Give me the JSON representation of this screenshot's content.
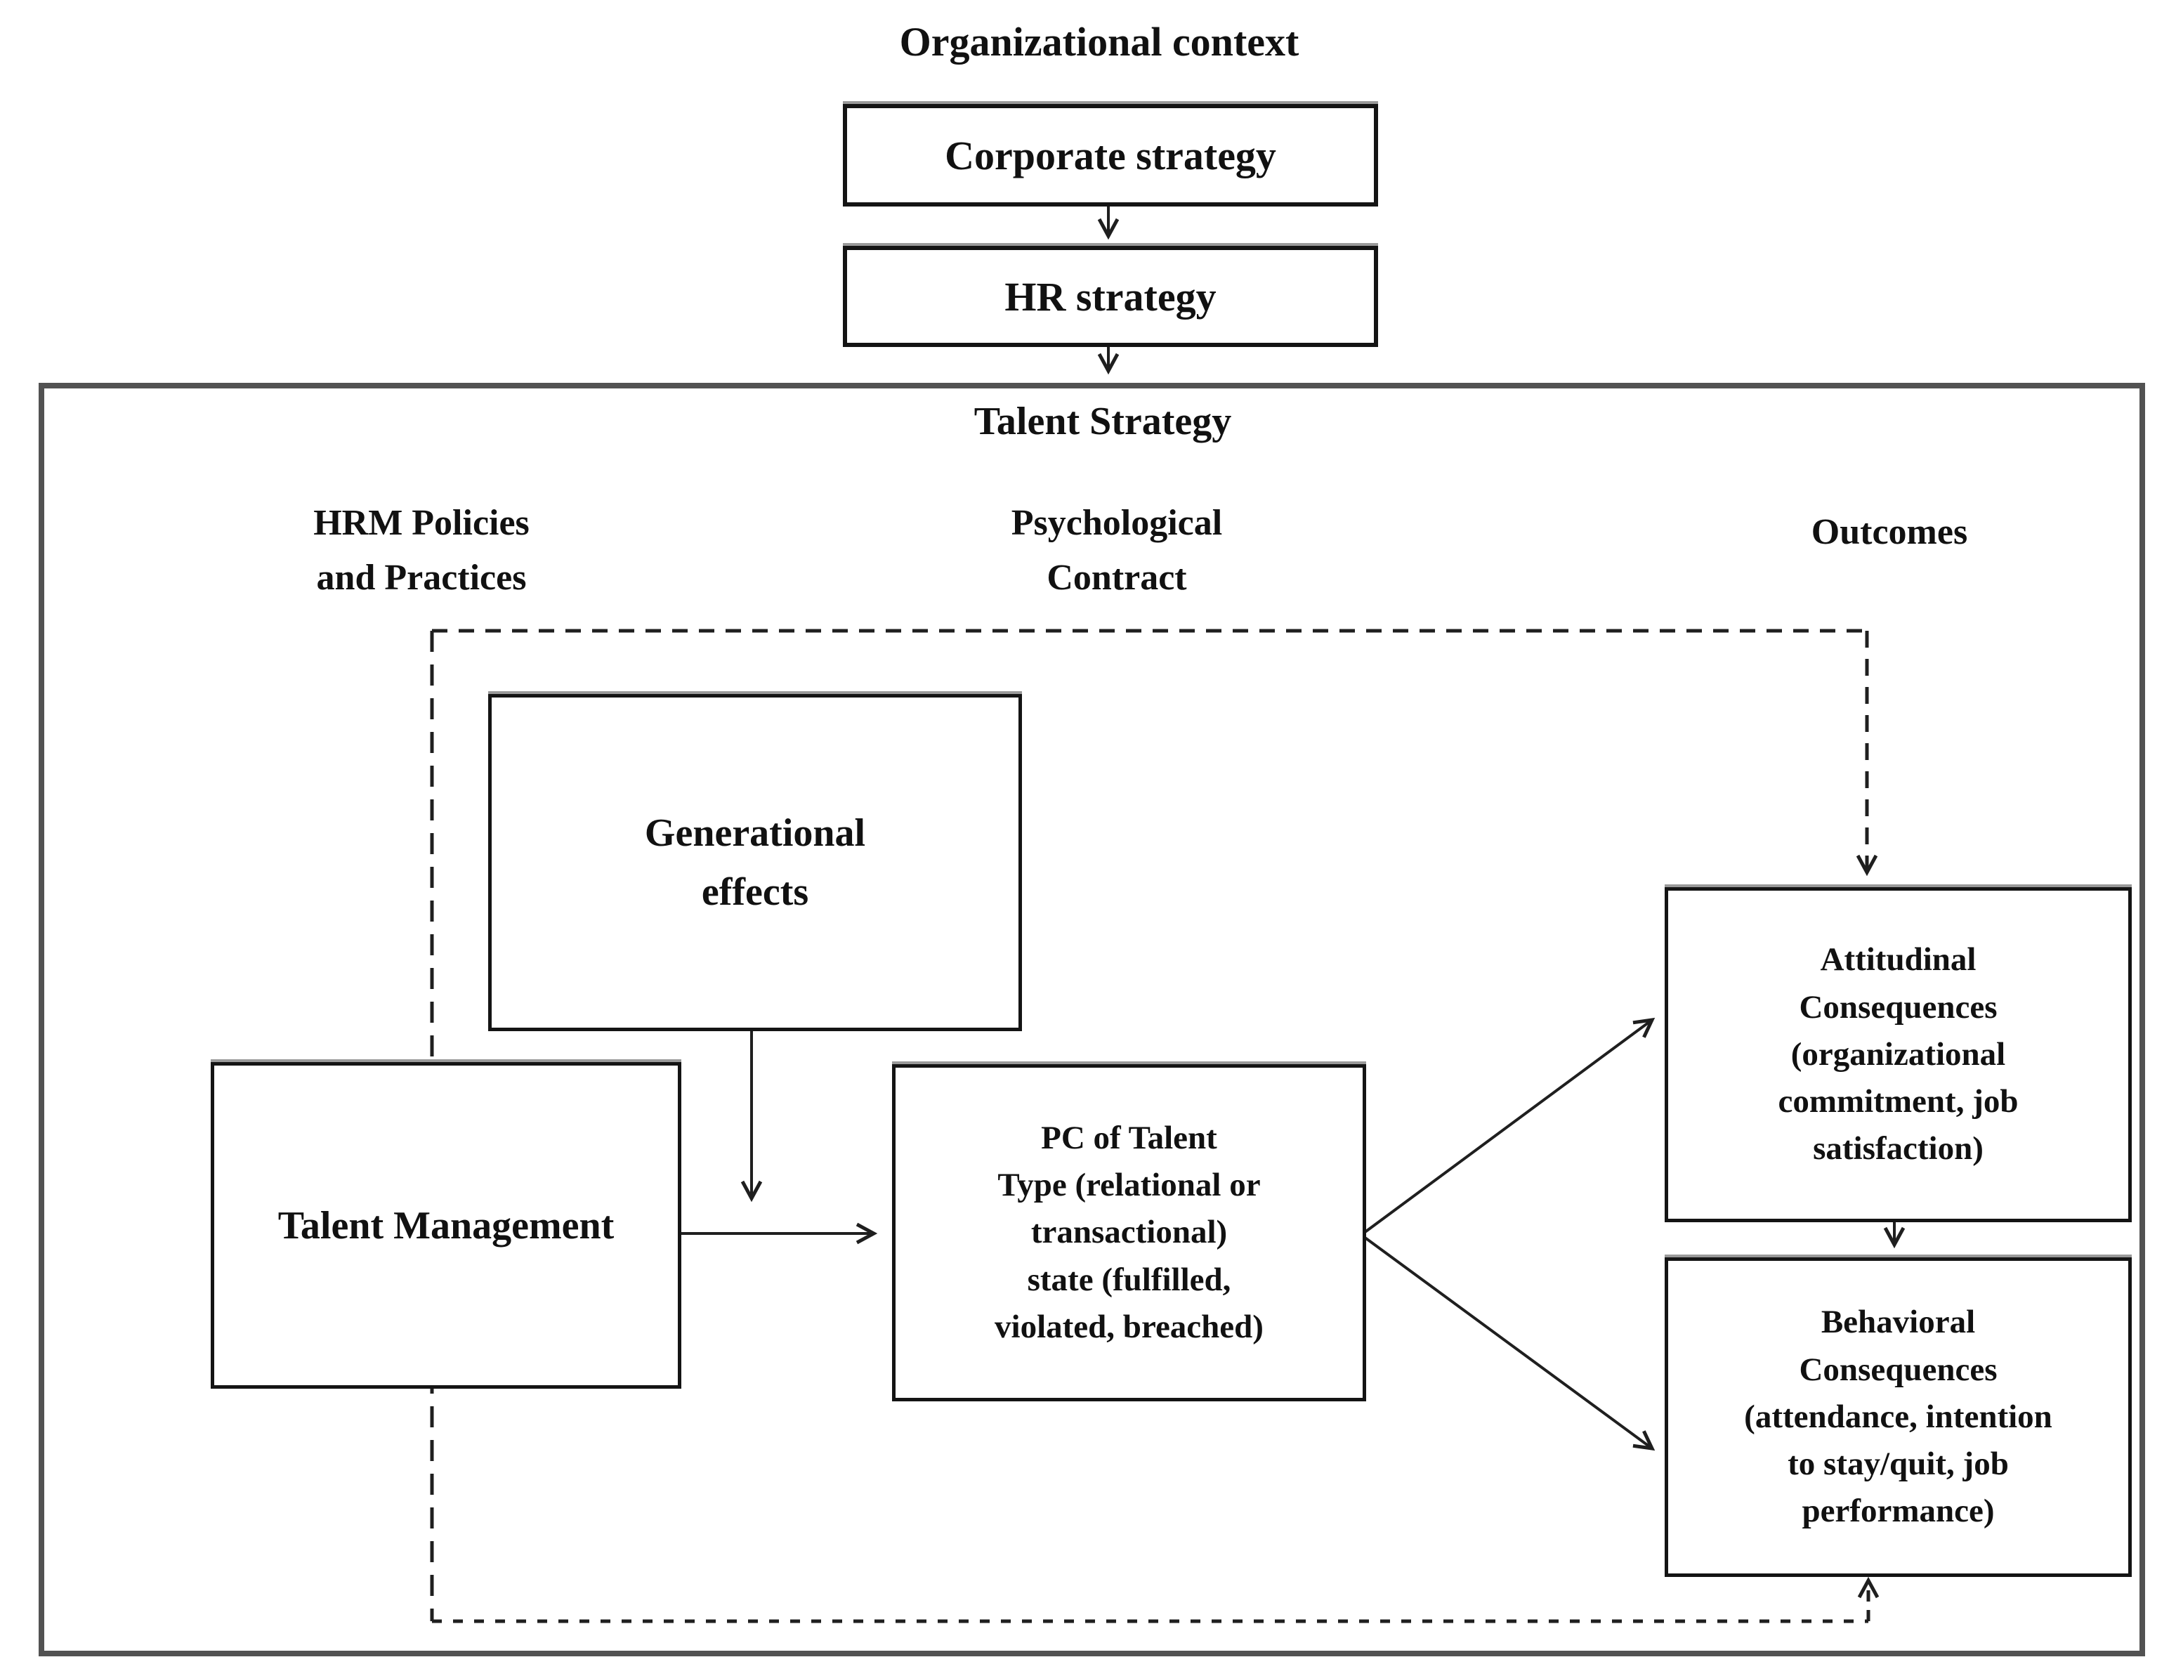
{
  "meta": {
    "background_color": "#ffffff",
    "line_color": "#1f1f1f",
    "outer_frame_color": "#525252",
    "box_border_color": "#141414"
  },
  "header": {
    "context_title": "Organizational context",
    "corporate_box_label": "Corporate strategy",
    "hr_box_label": "HR strategy"
  },
  "talent_strategy": {
    "title": "Talent Strategy",
    "columns": {
      "hrm": {
        "line1": "HRM Policies",
        "line2": "and Practices"
      },
      "psychological": {
        "line1": "Psychological",
        "line2": "Contract"
      },
      "outcomes": {
        "line1": "Outcomes"
      }
    },
    "boxes": {
      "generational": {
        "line1": "Generational",
        "line2": "effects"
      },
      "talent_management": {
        "line1": "Talent Management"
      },
      "pc_of_talent": {
        "line1": "PC of Talent",
        "line2": "Type (relational or",
        "line3": "transactional)",
        "line4": "state (fulfilled,",
        "line5": "violated,  breached)"
      },
      "attitudinal": {
        "line1": "Attitudinal",
        "line2": "Consequences",
        "line3": "(organizational",
        "line4": "commitment, job",
        "line5": "satisfaction)"
      },
      "behavioral": {
        "line1": "Behavioral",
        "line2": "Consequences",
        "line3": "(attendance, intention",
        "line4": "to stay/quit, job",
        "line5": "performance)"
      }
    }
  }
}
